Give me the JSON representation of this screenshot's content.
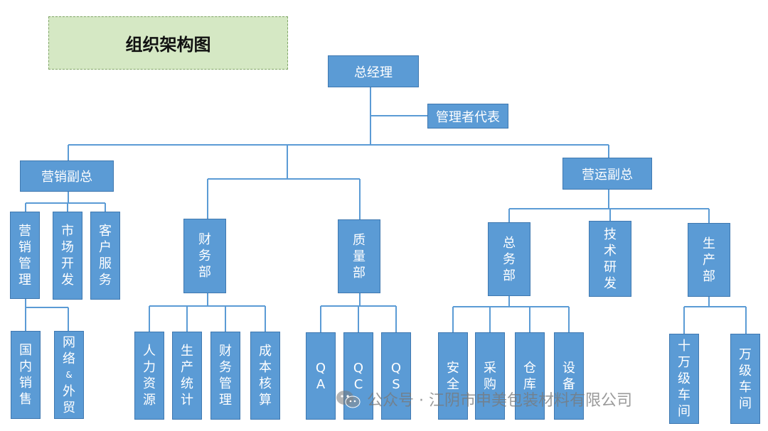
{
  "title": "组织架构图",
  "nodes": {
    "gm": "总经理",
    "rep": "管理者代表",
    "sales_vp": "营销副总",
    "ops_vp": "营运副总",
    "sales_mgmt": "营销管理",
    "market_dev": "市场开发",
    "customer_service": "客户服务",
    "domestic_sales": "国内销售",
    "network_label_1": "网",
    "network_label_2": "络",
    "network_amp": "&",
    "network_label_3": "外",
    "network_label_4": "贸",
    "finance_dept": "财务部",
    "quality_dept": "质量部",
    "hr": "人力资源",
    "prod_stats": "生产统计",
    "fin_mgmt": "财务管理",
    "cost_acct": "成本核算",
    "qa": "QA",
    "qc": "QC",
    "qs": "QS",
    "general_affairs": "总务部",
    "tech_rd": "技术研发",
    "production": "生产部",
    "safety": "安全",
    "purchasing": "采购",
    "warehouse": "仓库",
    "equipment": "设备",
    "workshop_100k": "十万级车间",
    "workshop_10k": "万级车间"
  },
  "watermark": "公众号 · 江阴市申美包装材料有限公司",
  "colors": {
    "node_fill": "#5b9bd5",
    "node_border": "#3f78b0",
    "line": "#5b9bd5",
    "title_fill": "#d5e8c4"
  }
}
